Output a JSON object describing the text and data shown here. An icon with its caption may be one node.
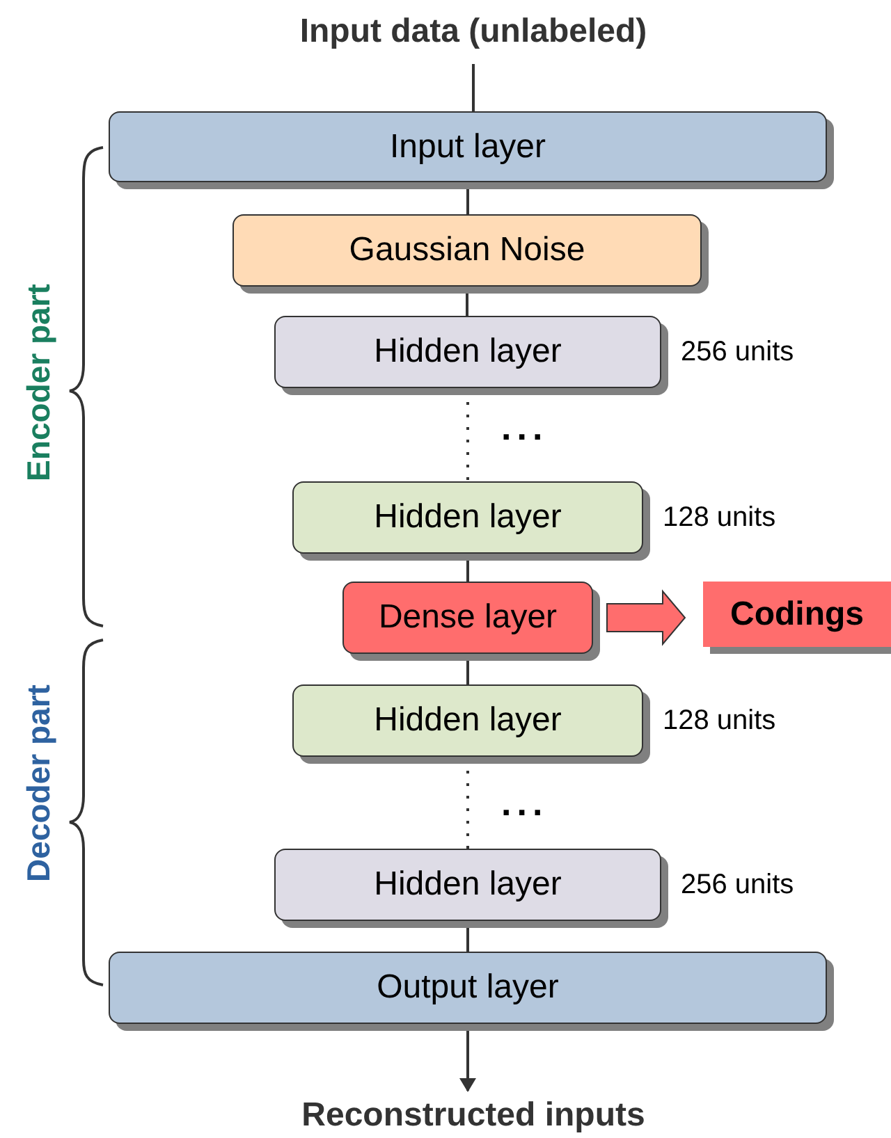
{
  "diagram": {
    "nodes": [
      {
        "text": [
          "Input data (unlabeled)"
        ]
      },
      {
        "text": [
          "Input layer"
        ]
      },
      {
        "text": [
          "Gaussian Noise"
        ]
      },
      {
        "text": [
          "Hidden layer"
        ],
        "beside": [
          "256 units"
        ]
      },
      {
        "text": [
          "Hidden layer"
        ],
        "beside": [
          "128 units"
        ]
      },
      {
        "text": [
          "Dense layer"
        ]
      },
      {
        "text": [
          "Codings"
        ]
      },
      {
        "text": [
          "Hidden layer"
        ],
        "beside": [
          "128 units"
        ]
      },
      {
        "text": [
          "Hidden layer"
        ],
        "beside": [
          "256 units"
        ]
      },
      {
        "text": [
          "Output layer"
        ]
      },
      {
        "text": [
          "Reconstructed inputs"
        ]
      }
    ],
    "edges": [
      {
        "from": 0,
        "to": 1,
        "arrow": "none"
      },
      {
        "from": 1,
        "to": 2,
        "arrow": "none"
      },
      {
        "from": 2,
        "to": 3,
        "arrow": "none"
      },
      {
        "from": 3,
        "to": 4,
        "arrow": "none",
        "style": "dashed"
      },
      {
        "from": 4,
        "to": 5,
        "arrow": "none"
      },
      {
        "from": 5,
        "to": 6,
        "arrow": "to",
        "style": "thick",
        "color": "#ff6d6d"
      },
      {
        "from": 5,
        "to": 7,
        "arrow": "none"
      },
      {
        "from": 7,
        "to": 8,
        "arrow": "none",
        "style": "dashed"
      },
      {
        "from": 8,
        "to": 9,
        "arrow": "none"
      },
      {
        "from": 9,
        "to": 10,
        "arrow": "to"
      }
    ],
    "labels": [
      "...",
      "Encoder part",
      "...",
      "Decoder part"
    ]
  }
}
